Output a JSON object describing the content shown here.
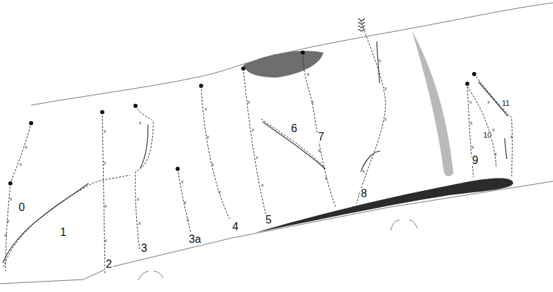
{
  "diagram": {
    "labels": [
      "0",
      "1",
      "2",
      "3",
      "3a",
      "4",
      "5",
      "6",
      "7",
      "8",
      "9",
      "10",
      "11"
    ]
  }
}
